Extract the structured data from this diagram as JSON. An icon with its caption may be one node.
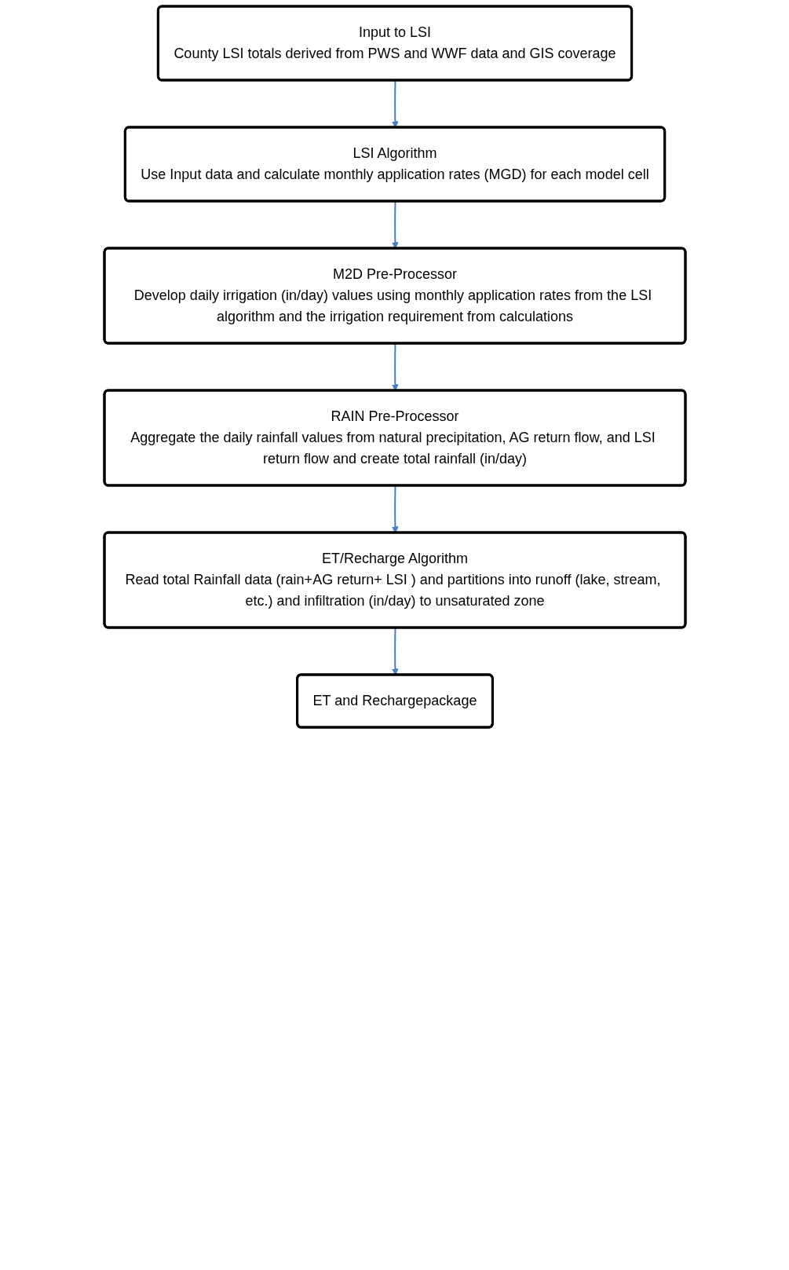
{
  "diagram": {
    "nodes": [
      {
        "text": [
          "Input to LSI",
          "County LSI totals derived from PWS and WWF data and GIS coverage"
        ]
      },
      {
        "text": [
          "LSI Algorithm",
          "Use Input data and calculate monthly application rates (MGD) for each model cell"
        ]
      },
      {
        "text": [
          "M2D Pre-Processor",
          "Develop daily irrigation (in/day) values using monthly application rates from the LSI algorithm and the irrigation requirement from calculations"
        ]
      },
      {
        "text": [
          "RAIN Pre-Processor",
          "Aggregate the daily rainfall values from natural precipitation, AG return flow, and LSI return flow and create total rainfall (in/day)"
        ]
      },
      {
        "text": [
          "ET/Recharge Algorithm",
          "Read total Rainfall data (rain+AG return+ LSI ) and partitions into runoff (lake, stream, etc.) and infiltration (in/day) to unsaturated zone"
        ]
      },
      {
        "text": [
          "ET and Rechargepackage"
        ]
      }
    ],
    "edges": [
      {
        "from": 0,
        "to": 1,
        "arrow": "to"
      },
      {
        "from": 1,
        "to": 2,
        "arrow": "to"
      },
      {
        "from": 2,
        "to": 3,
        "arrow": "to"
      },
      {
        "from": 3,
        "to": 4,
        "arrow": "to"
      },
      {
        "from": 4,
        "to": 5,
        "arrow": "to"
      }
    ]
  }
}
